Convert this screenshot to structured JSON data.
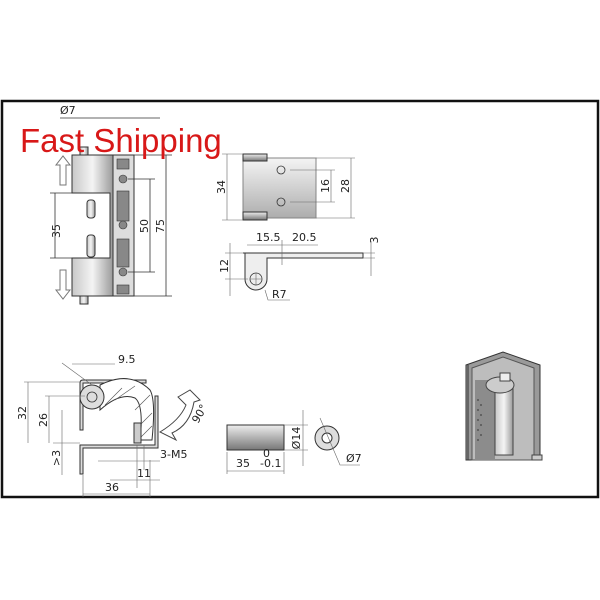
{
  "banner": {
    "text": "Fast Shipping",
    "color": "#d81818"
  },
  "front_view": {
    "dims": {
      "pin_dia": "Ø7",
      "gap": "35",
      "hole_pitch": "50",
      "height": "75"
    }
  },
  "top_view": {
    "dims": {
      "width": "34",
      "hole_spacing": "16",
      "tab_height": "28"
    }
  },
  "side_view": {
    "dims": {
      "a": "15.5",
      "b": "20.5",
      "thickness": "3",
      "eye": "12",
      "radius": "R7"
    }
  },
  "section_view": {
    "dims": {
      "offset": "9.5",
      "h32": "32",
      "h26": "26",
      "min3": ">3",
      "w11": "11",
      "thread": "3-M5",
      "w36": "36",
      "rotation": "90°"
    }
  },
  "pin_view": {
    "dims": {
      "length": "35",
      "tol_upper": "0",
      "tol_lower": "-0.1",
      "outer_dia": "Ø14",
      "inner_dia": "Ø7"
    }
  }
}
